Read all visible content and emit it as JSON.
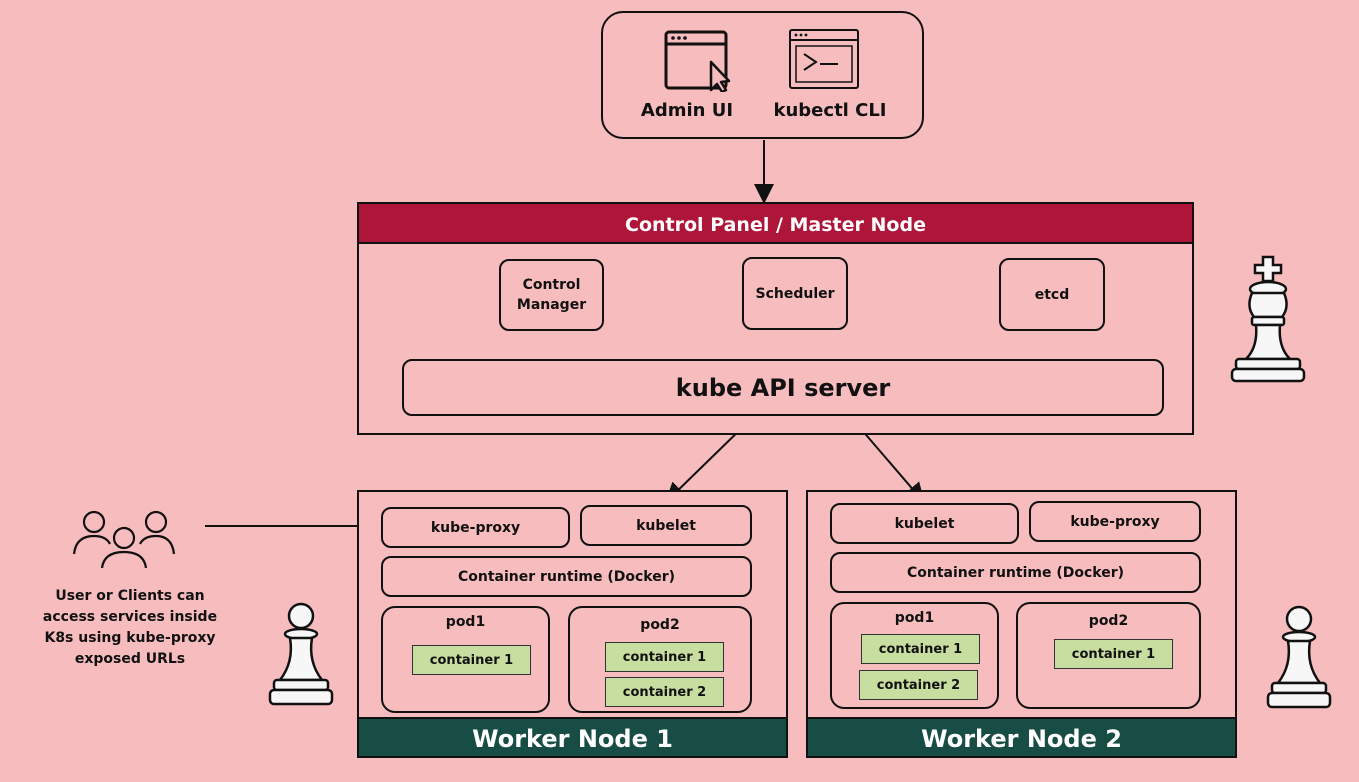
{
  "clients": {
    "admin_ui": "Admin UI",
    "kubectl": "kubectl CLI"
  },
  "control_plane": {
    "title": "Control Panel / Master Node",
    "control_manager": "Control Manager",
    "scheduler": "Scheduler",
    "etcd": "etcd",
    "api_server": "kube API server"
  },
  "users": {
    "caption": "User or Clients can access services inside K8s using kube-proxy exposed URLs"
  },
  "worker1": {
    "title": "Worker Node 1",
    "kube_proxy": "kube-proxy",
    "kubelet": "kubelet",
    "runtime": "Container runtime (Docker)",
    "pod1": {
      "label": "pod1",
      "containers": [
        "container 1"
      ]
    },
    "pod2": {
      "label": "pod2",
      "containers": [
        "container 1",
        "container 2"
      ]
    }
  },
  "worker2": {
    "title": "Worker Node 2",
    "kubelet": "kubelet",
    "kube_proxy": "kube-proxy",
    "runtime": "Container runtime (Docker)",
    "pod1": {
      "label": "pod1",
      "containers": [
        "container 1",
        "container 2"
      ]
    },
    "pod2": {
      "label": "pod2",
      "containers": [
        "container 1"
      ]
    }
  },
  "colors": {
    "background": "#f7bcbe",
    "master_header": "#ad1539",
    "worker_footer": "#184d46",
    "container_fill": "#c8dea0"
  },
  "icons": [
    "browser-window-icon",
    "terminal-icon",
    "king-chess-icon",
    "pawn-chess-icon",
    "users-group-icon"
  ]
}
